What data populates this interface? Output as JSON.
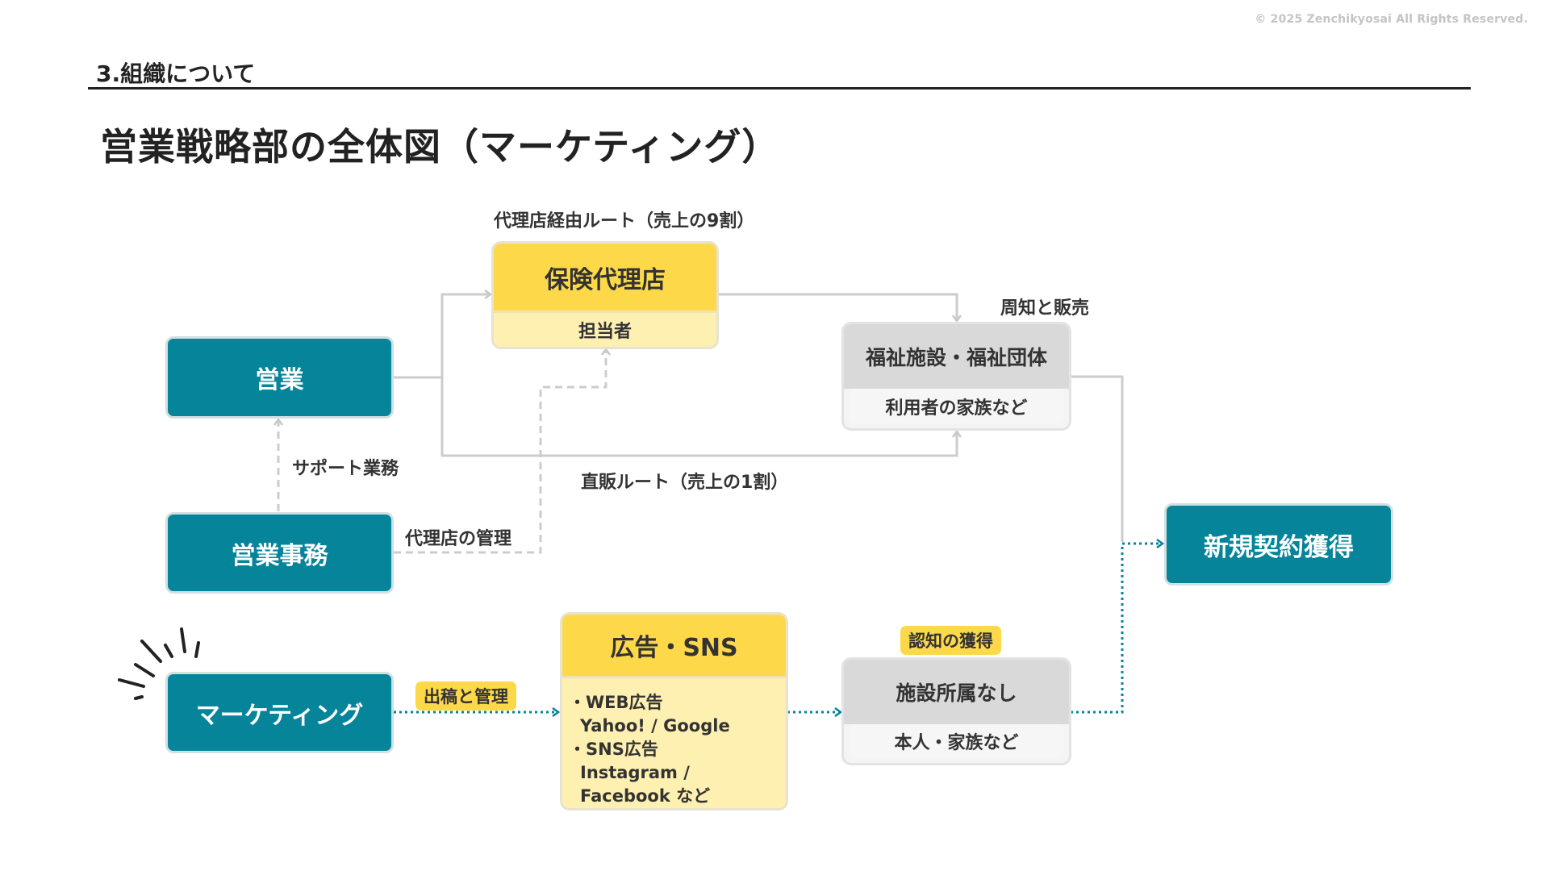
{
  "copyright": "© 2025 Zenchikyosai All Rights Reserved.",
  "section_title": "3.組織について",
  "page_title": "営業戦略部の全体図（マーケティング）",
  "colors": {
    "teal": "#05849a",
    "yellow": "#fdd94a",
    "light_yellow": "#fef0b0",
    "grey": "#d9d9d9",
    "connector": "#cccccc"
  },
  "nodes": {
    "sales": "営業",
    "sales_office": "営業事務",
    "marketing": "マーケティング",
    "agency": {
      "title": "保険代理店",
      "sub": "担当者"
    },
    "welfare": {
      "title": "福祉施設・福祉団体",
      "sub": "利用者の家族など"
    },
    "ads": {
      "title": "広告・SNS",
      "lines": [
        "・WEB広告",
        "Yahoo! / Google",
        "・SNS広告",
        "Instagram / Facebook など"
      ]
    },
    "no_facility": {
      "title": "施設所属なし",
      "sub": "本人・家族など"
    },
    "new_contract": "新規契約獲得"
  },
  "labels": {
    "agency_route": "代理店経由ルート（売上の9割）",
    "promote_sell": "周知と販売",
    "support": "サポート業務",
    "direct_route": "直販ルート（売上の1割）",
    "agency_mgmt": "代理店の管理",
    "posting": "出稿と管理",
    "awareness": "認知の獲得"
  },
  "icons": [
    "burst-lines-icon",
    "arrow-head-icon"
  ]
}
